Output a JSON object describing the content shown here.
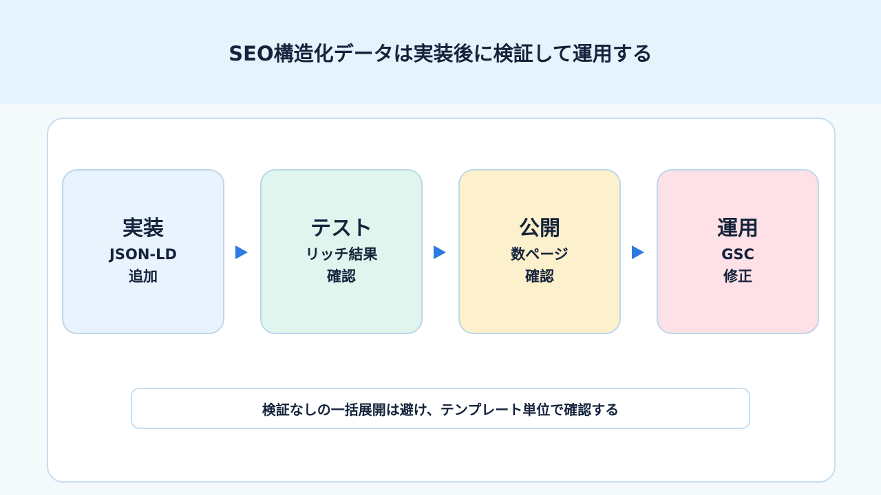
{
  "title": "SEO構造化データは実装後に検証して運用する",
  "colors": {
    "header_bg": "#e6f3fd",
    "arrow": "#2f7ae0",
    "step1_bg": "#e8f3fd",
    "step2_bg": "#dff5ee",
    "step3_bg": "#fdf0cc",
    "step4_bg": "#fde1e6"
  },
  "steps": [
    {
      "title": "実装",
      "line1": "JSON-LD",
      "line2": "追加"
    },
    {
      "title": "テスト",
      "line1": "リッチ結果",
      "line2": "確認"
    },
    {
      "title": "公開",
      "line1": "数ページ",
      "line2": "確認"
    },
    {
      "title": "運用",
      "line1": "GSC",
      "line2": "修正"
    }
  ],
  "arrow_icon": "right-triangle-arrow",
  "note": "検証なしの一括展開は避け、テンプレート単位で確認する"
}
